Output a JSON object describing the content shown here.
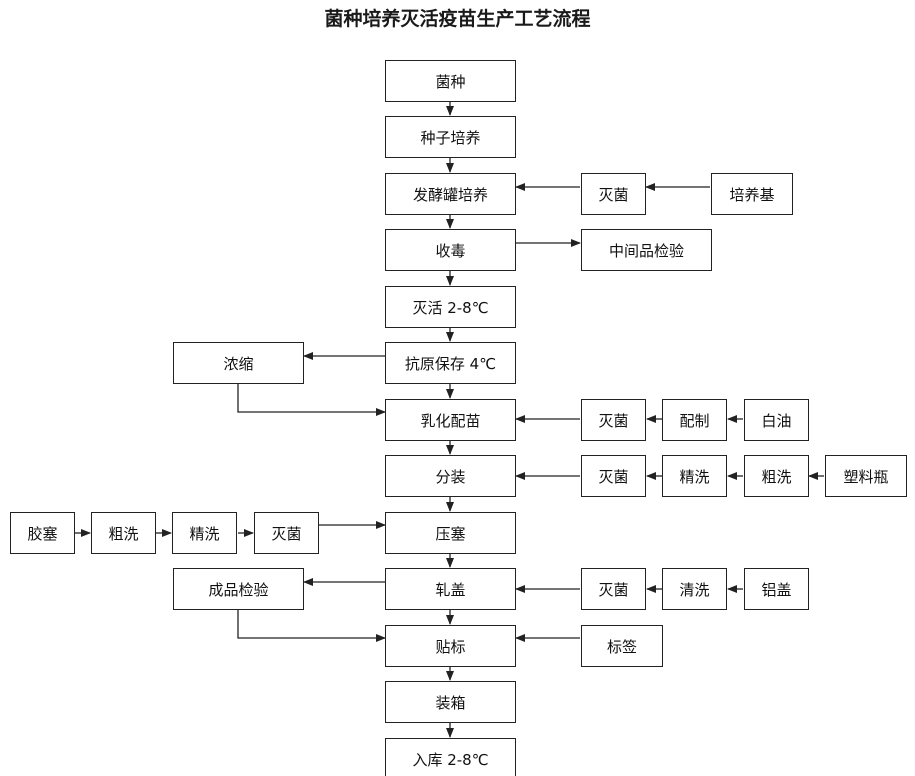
{
  "title": "菌种培养灭活疫苗生产工艺流程",
  "main": {
    "strain": "菌种",
    "seed_culture": "种子培养",
    "fermenter_culture": "发酵罐培养",
    "harvest": "收毒",
    "inactivation": "灭活 2-8℃",
    "antigen_storage": "抗原保存 4℃",
    "emulsify": "乳化配苗",
    "filling": "分装",
    "stoppering": "压塞",
    "capping": "轧盖",
    "labeling": "贴标",
    "boxing": "装箱",
    "warehousing": "入库 2-8℃"
  },
  "medium": {
    "sterilize": "灭菌",
    "medium": "培养基"
  },
  "qc": {
    "intermediate_check": "中间品检验",
    "final_check": "成品检验"
  },
  "concentrate": "浓缩",
  "oil": {
    "sterilize": "灭菌",
    "prepare": "配制",
    "white_oil": "白油"
  },
  "bottle": {
    "sterilize": "灭菌",
    "fine_wash": "精洗",
    "rough_wash": "粗洗",
    "plastic_bottle": "塑料瓶"
  },
  "stopper": {
    "rubber_stopper": "胶塞",
    "rough_wash": "粗洗",
    "fine_wash": "精洗",
    "sterilize": "灭菌"
  },
  "cap": {
    "sterilize": "灭菌",
    "wash": "清洗",
    "aluminum_cap": "铝盖"
  },
  "label": "标签"
}
